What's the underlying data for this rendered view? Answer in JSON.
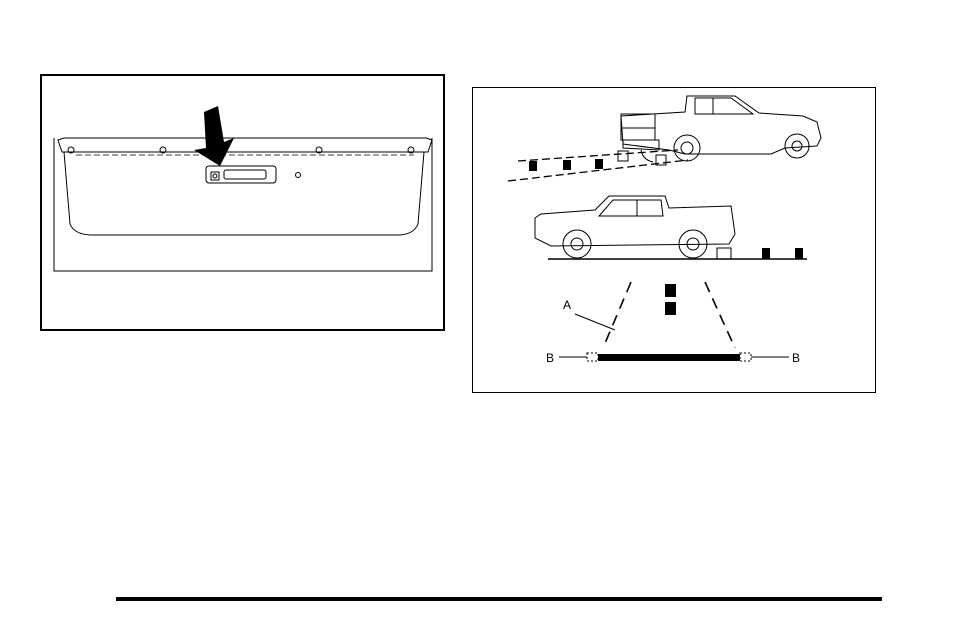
{
  "figures": [
    {
      "subject": "tailgate",
      "callouts": []
    },
    {
      "subject": "rear-vision-camera-guidelines",
      "callouts": {
        "a": "A",
        "b_left": "B",
        "b_right": "B"
      }
    }
  ],
  "colors": {
    "ink": "#000000",
    "paper": "#ffffff"
  }
}
